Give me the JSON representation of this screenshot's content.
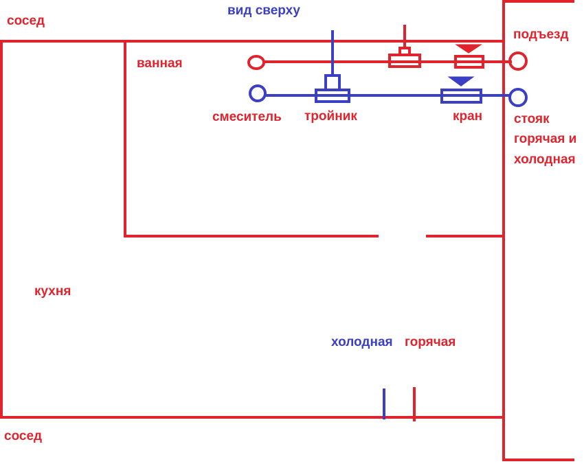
{
  "colors": {
    "red": "#e0242e",
    "blue": "#3a3fc4"
  },
  "labels": {
    "top_view": "вид сверху",
    "neighbor_top": "сосед",
    "neighbor_bottom": "сосед",
    "entrance": "подъезд",
    "bathroom": "ванная",
    "kitchen": "кухня",
    "mixer": "смеситель",
    "tee": "тройник",
    "valve": "кран",
    "riser_line1": "стояк",
    "riser_line2": "горячая и",
    "riser_line3": "холодная",
    "cold": "холодная",
    "hot": "горячая"
  }
}
